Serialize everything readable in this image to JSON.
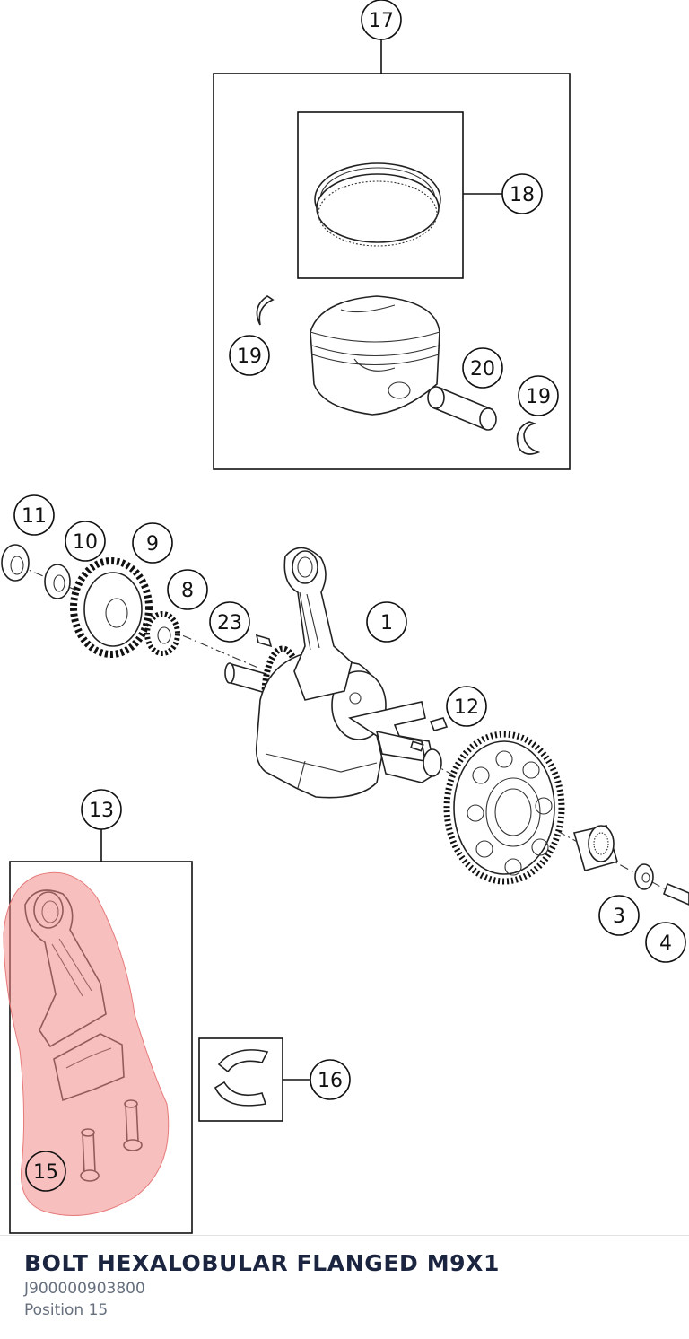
{
  "diagram": {
    "callouts": {
      "c1": "1",
      "c3": "3",
      "c4": "4",
      "c8": "8",
      "c9": "9",
      "c10": "10",
      "c11": "11",
      "c12": "12",
      "c13": "13",
      "c15": "15",
      "c16": "16",
      "c17": "17",
      "c18": "18",
      "c19a": "19",
      "c19b": "19",
      "c20": "20",
      "c23": "23"
    },
    "highlight_color": "#f28b8b"
  },
  "part": {
    "name": "BOLT HEXALOBULAR FLANGED M9X1",
    "number": "J900000903800",
    "position_label": "Position 15"
  }
}
